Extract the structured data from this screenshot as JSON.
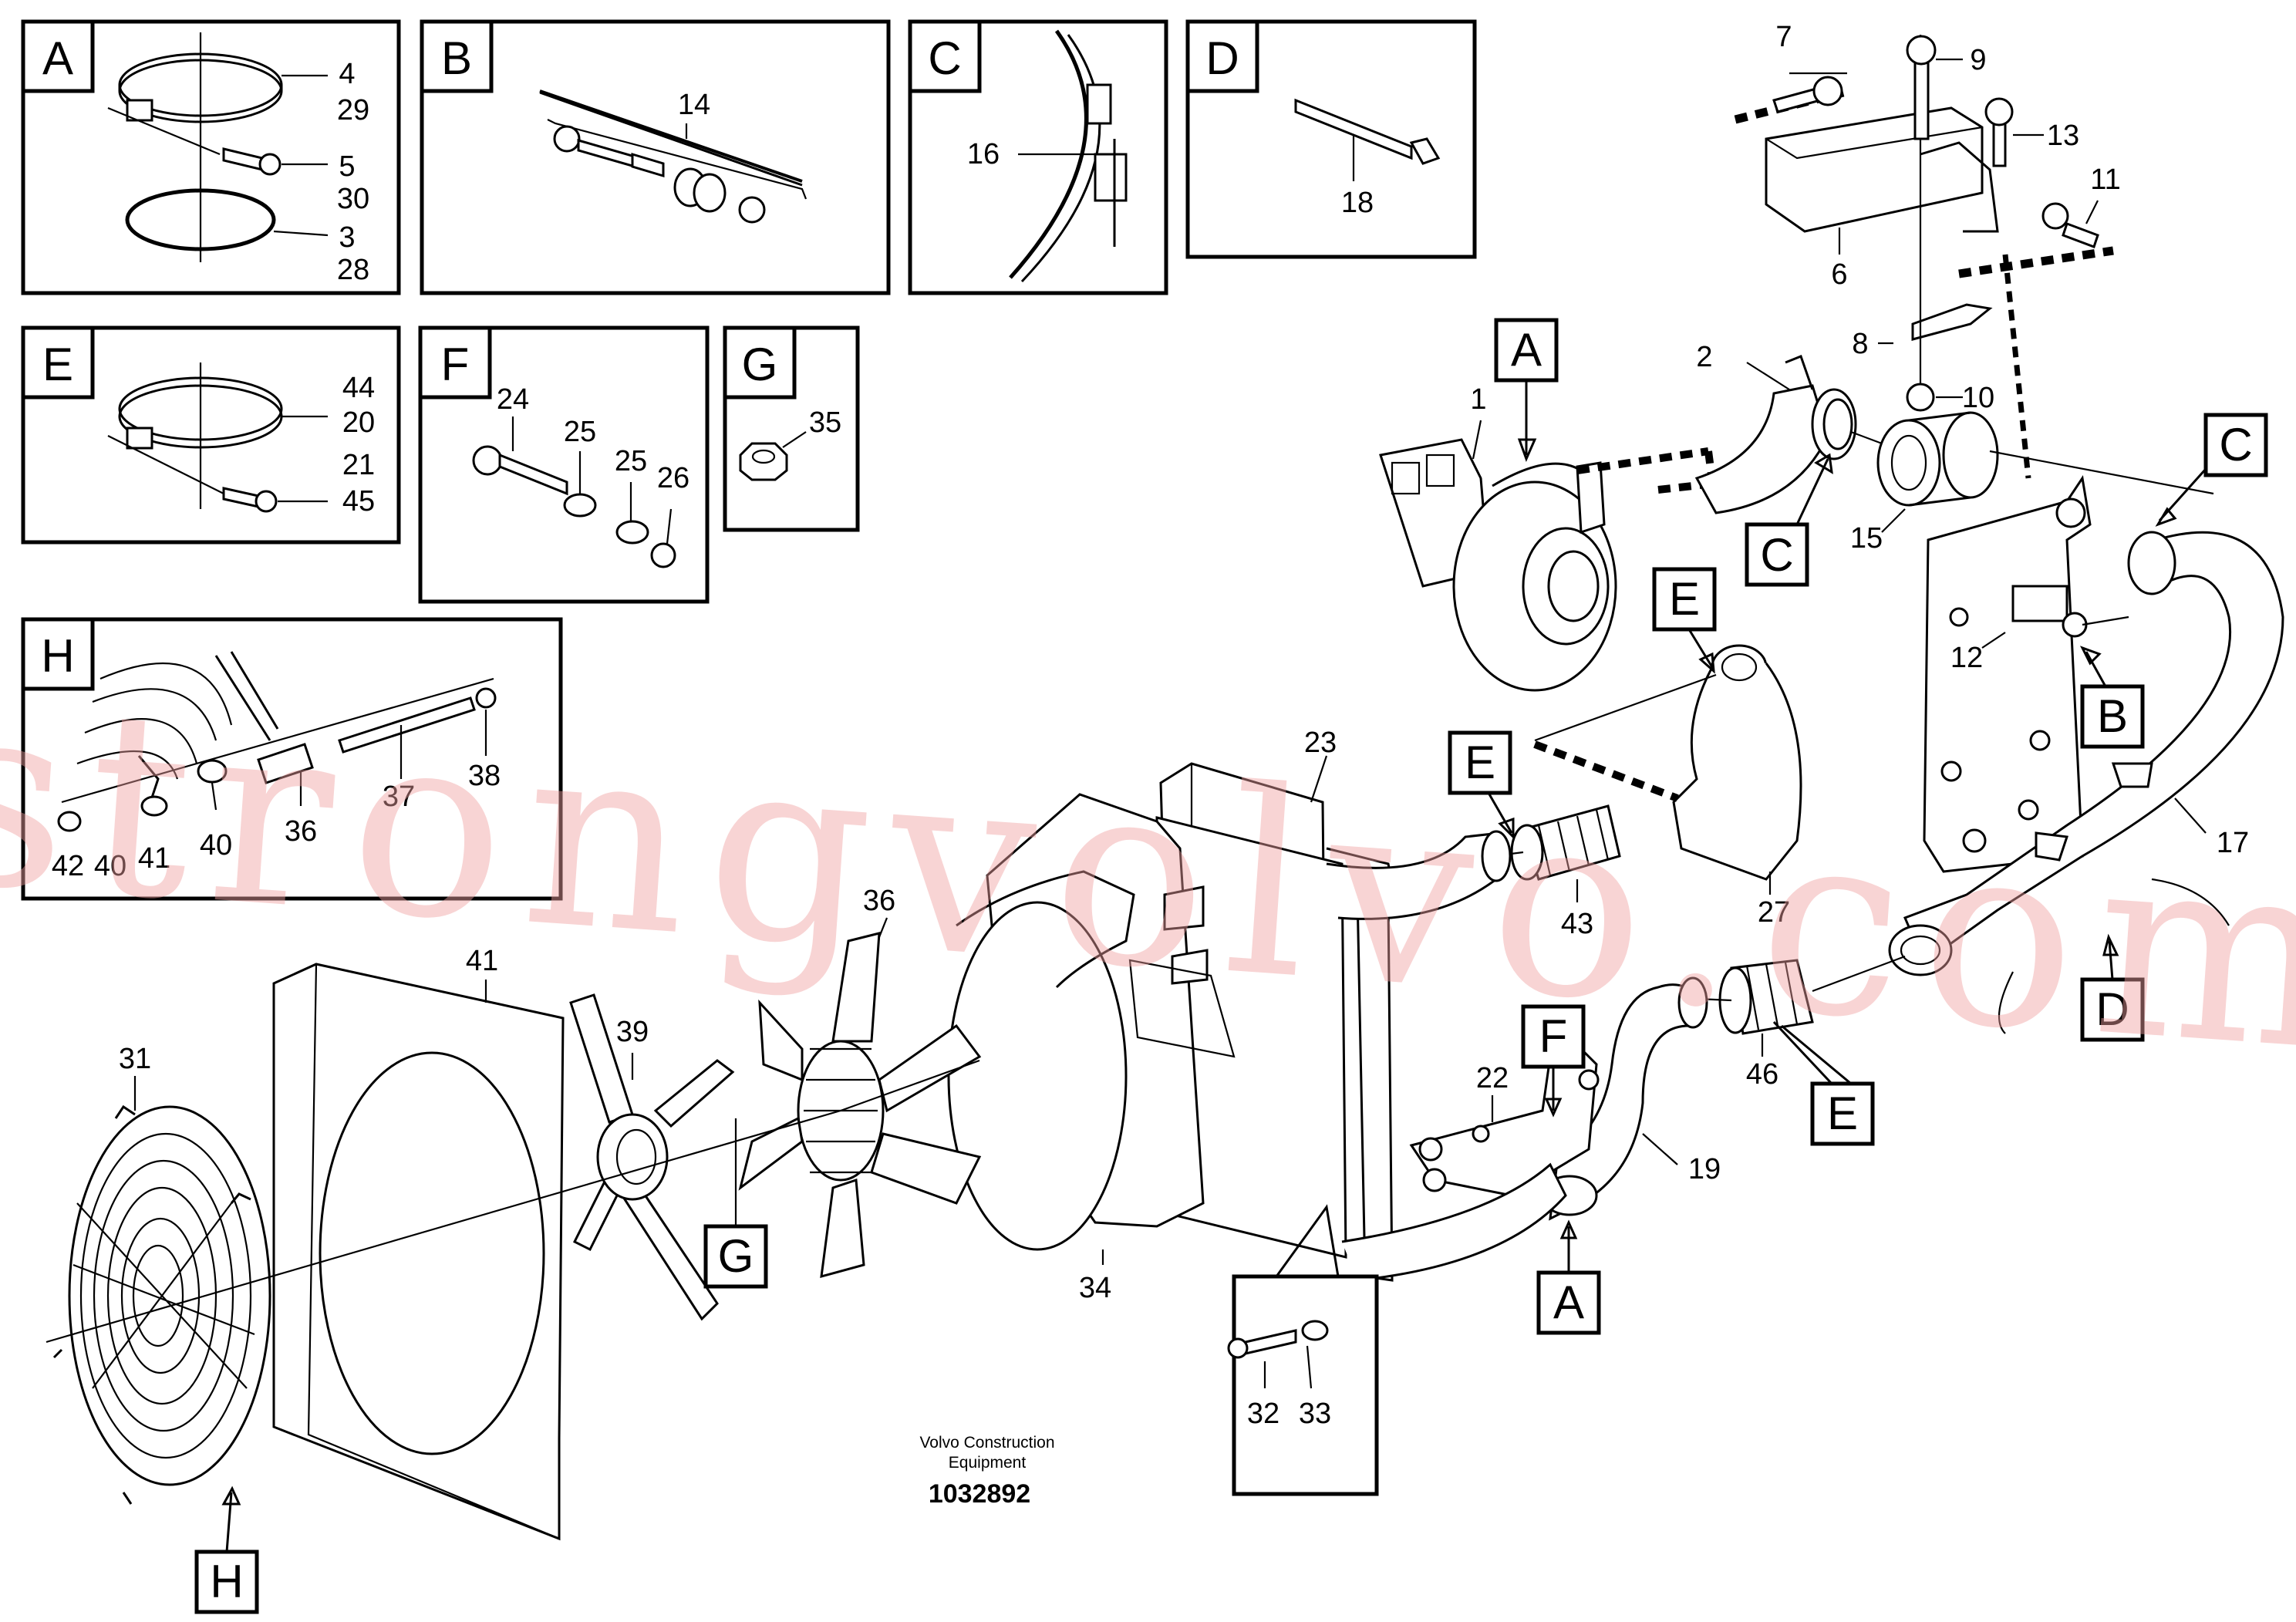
{
  "insets": [
    {
      "id": "A",
      "labels": [
        "4",
        "29",
        "5",
        "30",
        "3",
        "28"
      ]
    },
    {
      "id": "B",
      "labels": [
        "14"
      ]
    },
    {
      "id": "C",
      "labels": [
        "16"
      ]
    },
    {
      "id": "D",
      "labels": [
        "18"
      ]
    },
    {
      "id": "E",
      "labels": [
        "44",
        "20",
        "21",
        "45"
      ]
    },
    {
      "id": "F",
      "labels": [
        "24",
        "25",
        "25",
        "26"
      ]
    },
    {
      "id": "G",
      "labels": [
        "35"
      ]
    },
    {
      "id": "H",
      "labels": [
        "37",
        "38",
        "36",
        "40",
        "42",
        "40",
        "41"
      ]
    }
  ],
  "main_callouts": [
    "7",
    "9",
    "13",
    "11",
    "6",
    "8",
    "10",
    "1",
    "2",
    "15",
    "12",
    "17",
    "27",
    "43",
    "46",
    "19",
    "22",
    "23",
    "34",
    "36",
    "39",
    "41",
    "31",
    "32",
    "33"
  ],
  "main_markers": [
    "A",
    "C",
    "C",
    "E",
    "E",
    "B",
    "D",
    "E",
    "F",
    "A",
    "G",
    "H"
  ],
  "footer": {
    "company_line1": "Volvo Construction",
    "company_line2": "Equipment",
    "drawing_number": "1032892"
  },
  "watermark": "strongvolvo.com"
}
